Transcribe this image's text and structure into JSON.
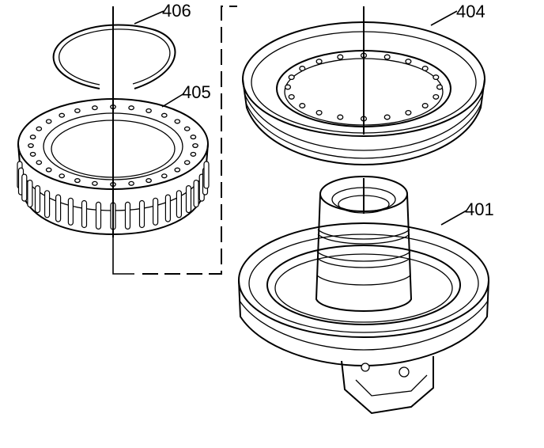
{
  "callouts": {
    "snap_ring": "406",
    "clutch_pack": "405",
    "housing": "404",
    "support": "401"
  }
}
